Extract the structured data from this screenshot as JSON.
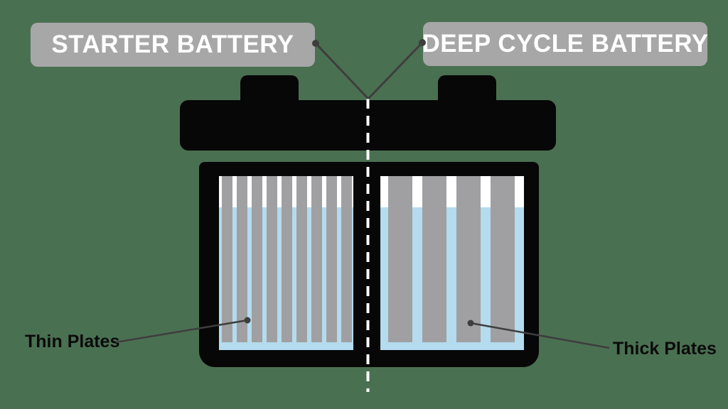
{
  "title": "Starter battery vs deep cycle battery comparison diagram",
  "labels": {
    "starter": "STARTER BATTERY",
    "deep_cycle": "DEEP CYCLE BATTERY",
    "thin_plates": "Thin Plates",
    "thick_plates": "Thick Plates"
  },
  "colors": {
    "bg": "#4A7052",
    "label_box": "#A7A7A7",
    "label_text": "#FFFFFF",
    "battery_black": "#070707",
    "plate_gray": "#A0A0A2",
    "electrolyte_blue": "#B4DBEE",
    "compartment_white": "#FFFFFF",
    "connector_line": "#3E3E3E",
    "caption_text": "#0B0B0B",
    "divider_dash": "#FFFFFF"
  },
  "diagram": {
    "thin_plates": {
      "count": 9,
      "plate_width": 15,
      "gap": 6,
      "margin_left": 4
    },
    "thick_plates": {
      "count": 4,
      "plate_width": 34,
      "gap": 14,
      "margin_left": 11
    }
  }
}
